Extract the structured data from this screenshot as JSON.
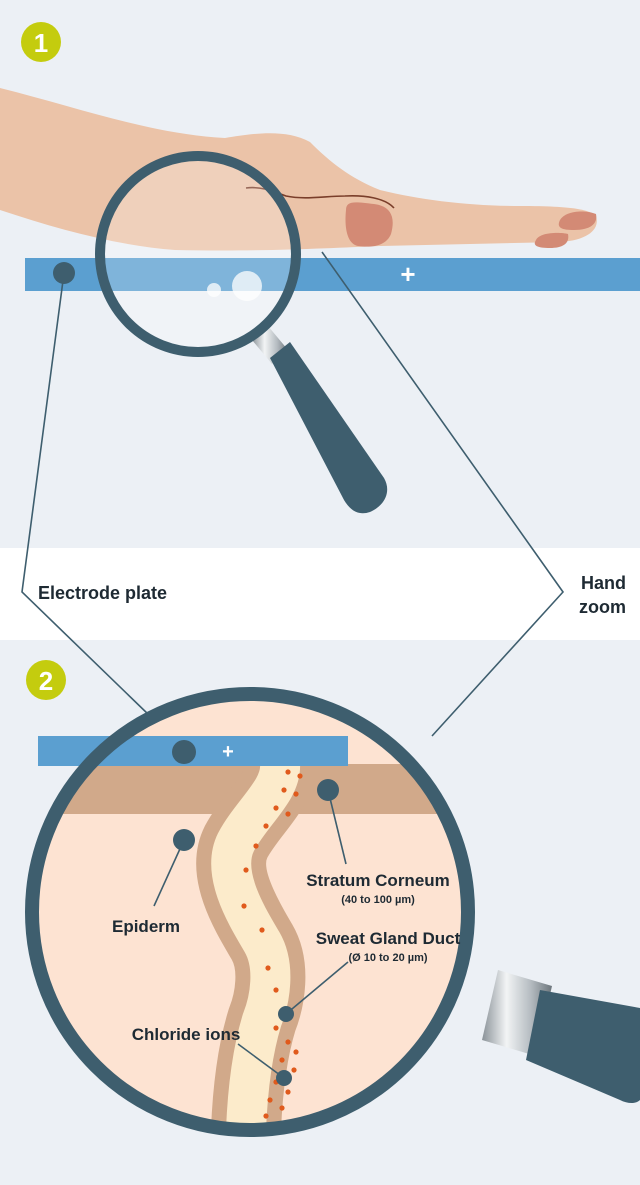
{
  "steps": {
    "step1_number": "1",
    "step2_number": "2"
  },
  "labels": {
    "electrode_plate": "Electrode plate",
    "hand_zoom_line1": "Hand",
    "hand_zoom_line2": "zoom",
    "epiderm": "Epiderm",
    "stratum_corneum": "Stratum Corneum",
    "stratum_corneum_size": "(40 to 100 µm)",
    "sweat_gland_duct": "Sweat Gland Duct",
    "sweat_gland_duct_size": "(Ø 10 to 20 µm)",
    "chloride_ions": "Chloride ions"
  },
  "symbols": {
    "plus_top": "+",
    "plus_bottom": "+"
  },
  "colors": {
    "background_panel": "#ecf0f5",
    "badge": "#c4cc0e",
    "electrode": "#5b9fd0",
    "magnifier": "#3e5e6e",
    "skin": "#ebc3a8",
    "stratum": "#d1a98a",
    "epiderm": "#fde3d2",
    "duct": "#fcebcb",
    "ions": "#e05a1c"
  }
}
